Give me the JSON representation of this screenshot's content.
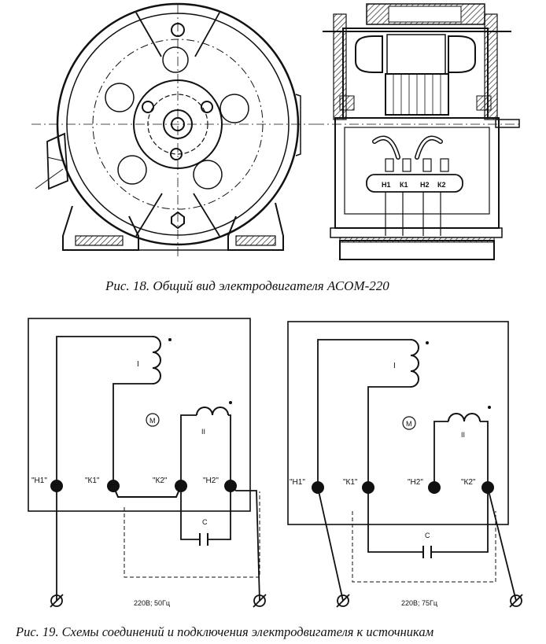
{
  "figure18": {
    "caption": "Рис. 18. Общий вид электродвигателя АСОМ-220",
    "terminal_labels": [
      "Н1",
      "К1",
      "Н2",
      "К2"
    ]
  },
  "figure19": {
    "caption_line1": "Рис. 19. Схемы соединений и подключения электродвигателя к источникам",
    "left": {
      "terminals": [
        "\"Н1\"",
        "\"К1\"",
        "\"К2\"",
        "\"Н2\""
      ],
      "winding1": "I",
      "winding2": "II",
      "motor": "М",
      "capacitor": "С",
      "supply": "220В; 50Гц"
    },
    "right": {
      "terminals": [
        "\"Н1\"",
        "\"К1\"",
        "\"Н2\"",
        "\"К2\""
      ],
      "winding1": "I",
      "winding2": "II",
      "motor": "М",
      "capacitor": "С",
      "supply": "220В; 75Гц"
    }
  }
}
